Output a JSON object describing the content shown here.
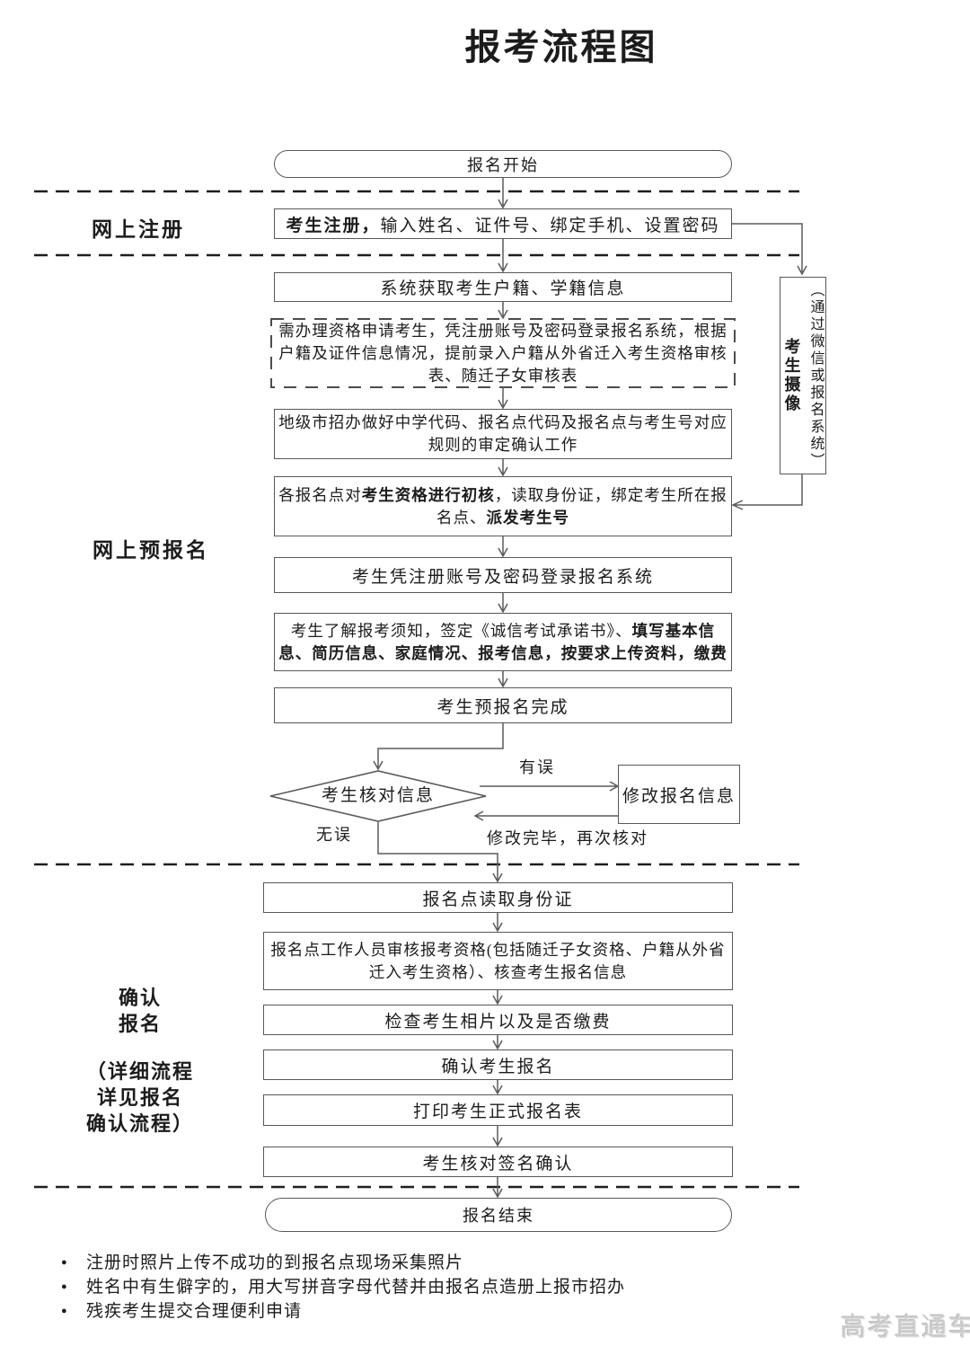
{
  "title": "报考流程图",
  "bullet": "●",
  "side_labels": {
    "register": "网上注册",
    "pre_register": "网上预报名",
    "confirm": [
      "确认",
      "报名",
      "（详细流程",
      "详见报名",
      "确认流程）"
    ]
  },
  "flow": {
    "start": "报名开始",
    "register_box": {
      "b": "考生注册，",
      "t": "输入姓名、证件号、绑定手机、设置密码"
    },
    "sys_info": "系统获取考生户籍、学籍信息",
    "qualification_note": {
      "l1": "需办理资格申请考生，凭注册账号及密码登录报名系统，根据",
      "l2": "户籍及证件信息情况，提前录入户籍从外省迁入考生资格审核",
      "l3": "表、随迁子女审核表"
    },
    "city_office": {
      "l1": "地级市招办做好中学代码、报名点代码及报名点与考生号对应",
      "l2": "规则的审定确认工作"
    },
    "site_check": {
      "l1a": "各报名点对",
      "l1b": "考生资格进行初核",
      "l1c": "，读取身份证，绑定考生所在报",
      "l2a": "名点、",
      "l2b": "派发考生号"
    },
    "login": "考生凭注册账号及密码登录报名系统",
    "fill_info": {
      "l1a": "考生了解报考须知，签定《诚信考试承诺书》、",
      "l1b": "填写基本信",
      "l2b": "息、简历信息、家庭情况、报考信息，按要求上传资料，缴费"
    },
    "pre_done": "考生预报名完成",
    "verify": "考生核对信息",
    "edge_error": "有误",
    "edge_ok": "无误",
    "edge_recheck": "修改完毕，再次核对",
    "modify": "修改报名信息",
    "read_id": "报名点读取身份证",
    "staff_review": {
      "l1": "报名点工作人员审核报考资格(包括随迁子女资格、户籍从外省",
      "l2": "迁入考生资格）、核查考生报名信息"
    },
    "check_photo": "检查考生相片以及是否缴费",
    "confirm_reg": "确认考生报名",
    "print_form": "打印考生正式报名表",
    "sign_confirm": "考生核对签名确认",
    "end": "报名结束",
    "camera": {
      "b": "考生摄像",
      "t": "（通过微信或报名系统）"
    }
  },
  "notes": [
    "注册时照片上传不成功的到报名点现场采集照片",
    "姓名中有生僻字的，用大写拼音字母代替并由报名点造册上报市招办",
    "残疾考生提交合理便利申请"
  ],
  "watermark": "高考直通车",
  "colors": {
    "line": "#5a5a5a",
    "divider": "#1e1e1e",
    "text": "#1c1c1c",
    "watermark": "#cccccc"
  }
}
